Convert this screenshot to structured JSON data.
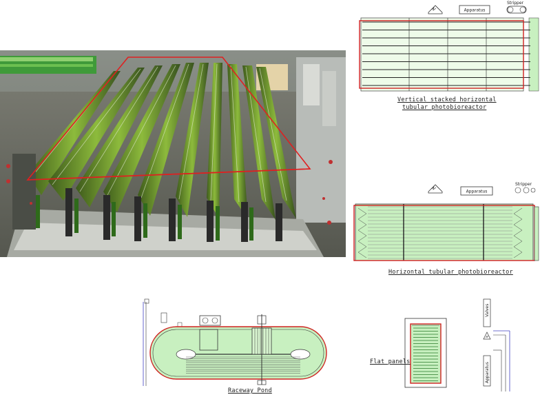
{
  "photo": {
    "description_name": "photobioreactor-photo"
  },
  "vertical_pbr": {
    "caption_line1": "Vertical stacked horizontal",
    "caption_line2": "tubular photobioreactor",
    "apparatus_label": "Apparatus",
    "stripper_label": "Stripper"
  },
  "horizontal_pbr": {
    "caption": "Horizontal tubular photobioreactor",
    "apparatus_label": "Apparatus",
    "stripper_label": "Stripper"
  },
  "raceway": {
    "caption": "Raceway Pond"
  },
  "flat_panels": {
    "caption": "Flat panels",
    "valves_label": "Valves",
    "apparatus_label": "Apparatus"
  },
  "colors": {
    "green_fill": "#c8f0c0",
    "red_outline": "#cc2020",
    "line": "#333333"
  }
}
